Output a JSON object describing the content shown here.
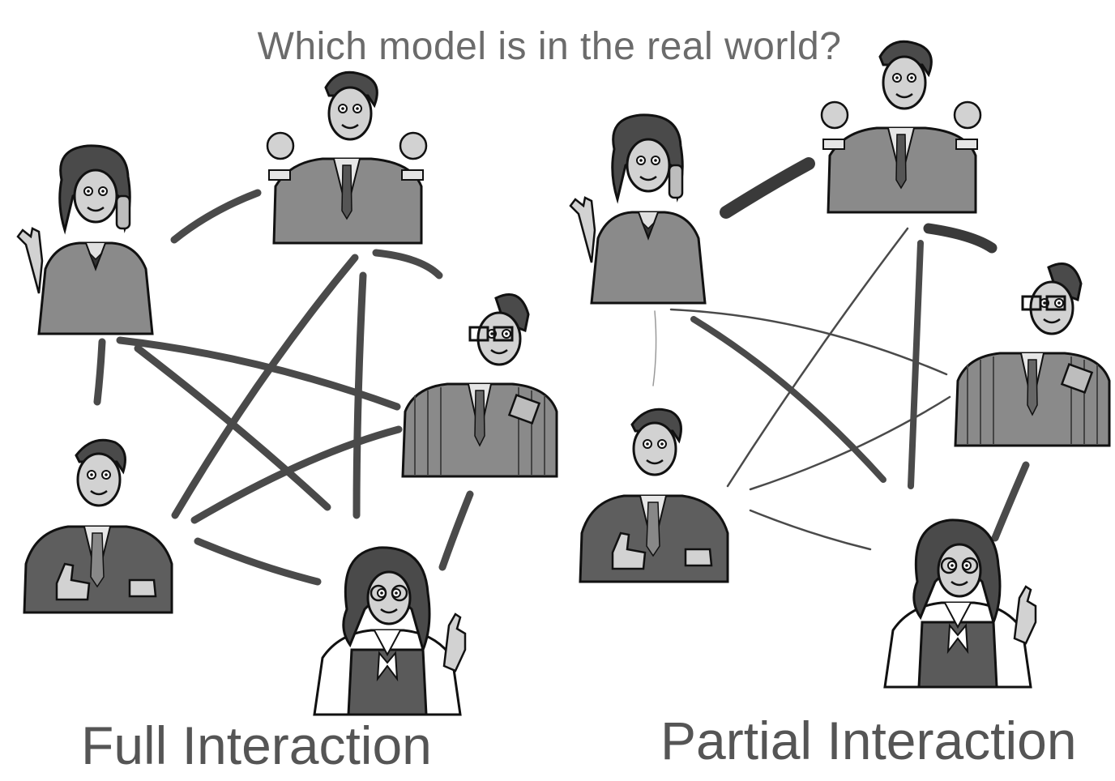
{
  "title": "Which model is in the real world?",
  "panels": {
    "full": {
      "label": "Full Interaction"
    },
    "partial": {
      "label": "Partial Interaction"
    }
  },
  "colors": {
    "text": "#6b6b6b",
    "line": "#4a4a4a",
    "figure_fill": "#8c8c8c",
    "figure_dark": "#5a5a5a",
    "skin": "#cfcfcf",
    "outline": "#111111"
  },
  "figures": [
    {
      "id": "woman-phone",
      "icon": "woman-on-phone-icon"
    },
    {
      "id": "man-fists",
      "icon": "man-cheering-icon"
    },
    {
      "id": "man-glasses",
      "icon": "man-with-glasses-icon"
    },
    {
      "id": "man-thumbs",
      "icon": "man-thumbs-up-icon"
    },
    {
      "id": "woman-pointing",
      "icon": "woman-pointing-icon"
    }
  ]
}
